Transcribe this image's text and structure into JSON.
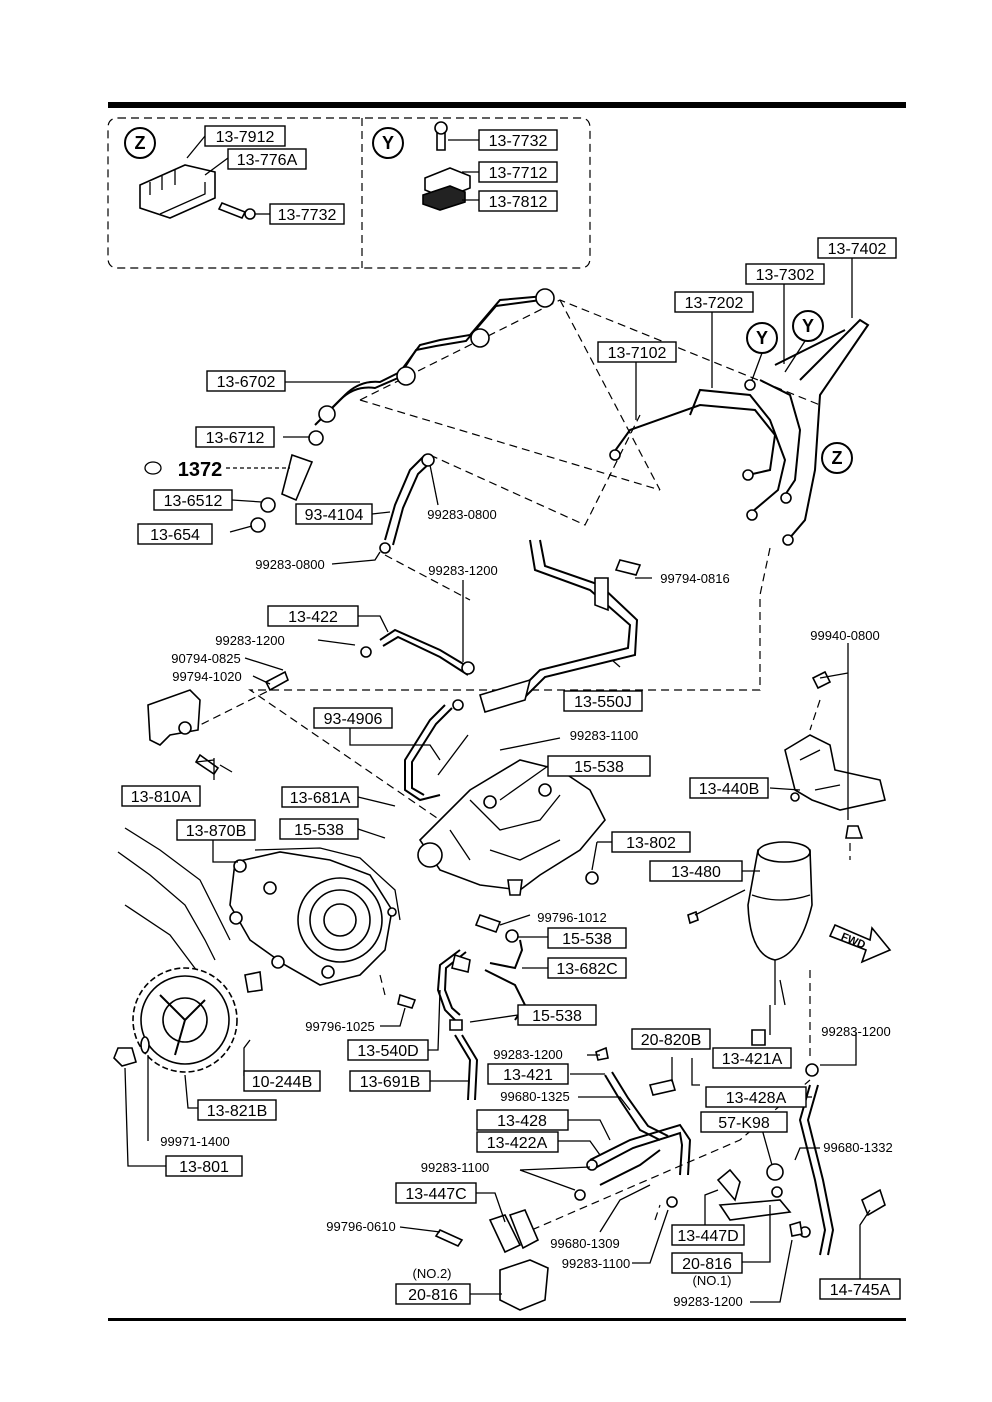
{
  "insets": {
    "z": {
      "marker": "Z",
      "parts": [
        "13-7912",
        "13-776A",
        "13-7732"
      ]
    },
    "y": {
      "marker": "Y",
      "parts": [
        "13-7732",
        "13-7712",
        "13-7812"
      ]
    }
  },
  "markers": {
    "y1": "Y",
    "y2": "Y",
    "z": "Z"
  },
  "callouts": {
    "c13_7402": "13-7402",
    "c13_7302": "13-7302",
    "c13_7202": "13-7202",
    "c13_7102": "13-7102",
    "c13_6702": "13-6702",
    "c13_6712": "13-6712",
    "c1372": "1372",
    "c13_6512": "13-6512",
    "c13_654": "13-654",
    "c93_4104": "93-4104",
    "c99283_0800a": "99283-0800",
    "c99283_0800b": "99283-0800",
    "c99283_1200a": "99283-1200",
    "c99794_0816": "99794-0816",
    "c13_422": "13-422",
    "c99283_1200b": "99283-1200",
    "c90794_0825": "90794-0825",
    "c99794_1020": "99794-1020",
    "c13_550J": "13-550J",
    "c99940_0800": "99940-0800",
    "c93_4906": "93-4906",
    "c99283_1100a": "99283-1100",
    "c15_538a": "15-538",
    "c13_810A": "13-810A",
    "c13_440B": "13-440B",
    "c13_681A": "13-681A",
    "c15_538b": "15-538",
    "c13_870B": "13-870B",
    "c13_802": "13-802",
    "c13_480": "13-480",
    "c99796_1012": "99796-1012",
    "c15_538c": "15-538",
    "fwd": "FWD",
    "c13_682C": "13-682C",
    "c99796_1025": "99796-1025",
    "c15_538d": "15-538",
    "c99283_1200c": "99283-1200",
    "c20_820B": "20-820B",
    "c13_540D": "13-540D",
    "c99283_1200d": "99283-1200",
    "c13_421A": "13-421A",
    "c13_421": "13-421",
    "c10_244B": "10-244B",
    "c13_691B": "13-691B",
    "c99680_1325": "99680-1325",
    "c13_428A": "13-428A",
    "c13_821B": "13-821B",
    "c13_428": "13-428",
    "c57_K98": "57-K98",
    "c99971_1400": "99971-1400",
    "c13_422A": "13-422A",
    "c99680_1332": "99680-1332",
    "c13_801": "13-801",
    "c99283_1100b": "99283-1100",
    "c13_447C": "13-447C",
    "c99796_0610": "99796-0610",
    "c99680_1309": "99680-1309",
    "c13_447D": "13-447D",
    "c99283_1100c": "99283-1100",
    "c20_816a": "20-816",
    "no1": "(NO.1)",
    "no2": "(NO.2)",
    "c20_816b": "20-816",
    "c99283_1200e": "99283-1200",
    "c14_745A": "14-745A"
  }
}
